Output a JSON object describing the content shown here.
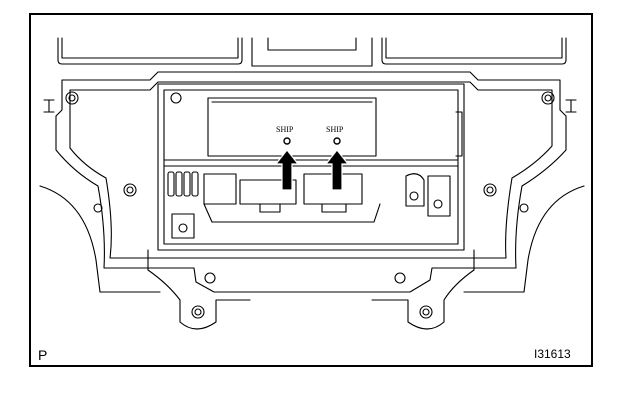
{
  "labels": {
    "ship_left": "SHIP",
    "ship_right": "SHIP",
    "corner_left": "P",
    "corner_right": "I31613"
  },
  "colors": {
    "line": "#000000",
    "background": "#ffffff"
  }
}
